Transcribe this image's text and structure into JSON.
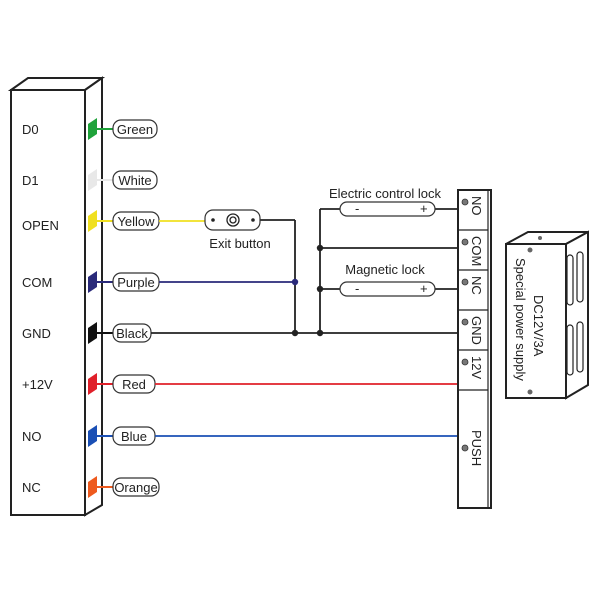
{
  "controller": {
    "pins": [
      {
        "pin": "D0",
        "wire": "Green",
        "color": "#1fa33a"
      },
      {
        "pin": "D1",
        "wire": "White",
        "color": "#e8e8e8"
      },
      {
        "pin": "OPEN",
        "wire": "Yellow",
        "color": "#f0e020"
      },
      {
        "pin": "COM",
        "wire": "Purple",
        "color": "#2a2a7a"
      },
      {
        "pin": "GND",
        "wire": "Black",
        "color": "#111111"
      },
      {
        "pin": "+12V",
        "wire": "Red",
        "color": "#e0202a"
      },
      {
        "pin": "NO",
        "wire": "Blue",
        "color": "#1a4fb5"
      },
      {
        "pin": "NC",
        "wire": "Orange",
        "color": "#ee5a1e"
      }
    ]
  },
  "exit_button": {
    "label": "Exit button"
  },
  "locks": {
    "electric": {
      "label": "Electric control lock",
      "minus": "-",
      "plus": "+"
    },
    "magnetic": {
      "label": "Magnetic lock",
      "minus": "-",
      "plus": "+"
    }
  },
  "terminal": {
    "labels": [
      "NO",
      "COM",
      "NC",
      "GND",
      "12V",
      "PUSH"
    ]
  },
  "power_supply": {
    "rating": "DC12V/3A",
    "label": "Special power supply"
  }
}
